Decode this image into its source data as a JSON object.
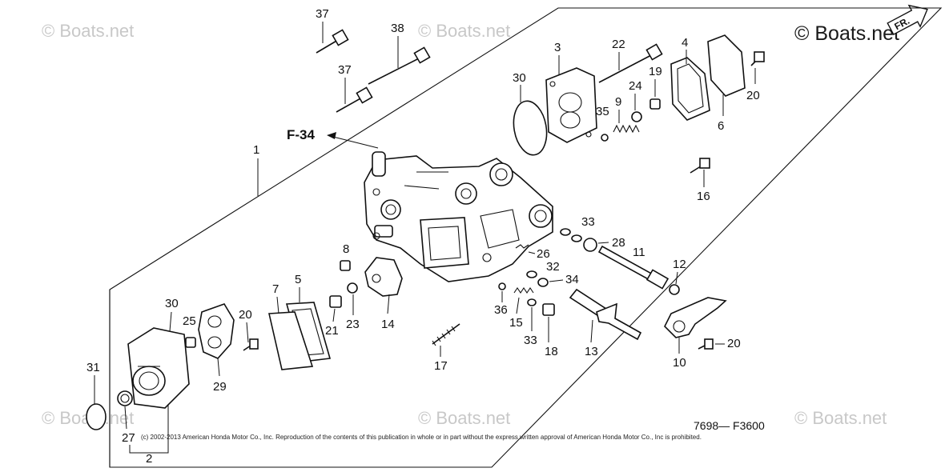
{
  "watermarks": {
    "brand": "© Boats.net",
    "tiles": [
      "© Boats.net",
      "© Boats.net",
      "© Boats.net",
      "© Boats.net",
      "© Boats.net"
    ]
  },
  "fr_label": "FR.",
  "reference": {
    "label": "F-34"
  },
  "callouts": {
    "p1": "1",
    "p2": "2",
    "p3": "3",
    "p4": "4",
    "p5": "5",
    "p6": "6",
    "p7": "7",
    "p8": "8",
    "p9": "9",
    "p10": "10",
    "p11": "11",
    "p12": "12",
    "p13": "13",
    "p14": "14",
    "p15": "15",
    "p16": "16",
    "p17": "17",
    "p18": "18",
    "p19": "19",
    "p20a": "20",
    "p20b": "20",
    "p20c": "20",
    "p21": "21",
    "p22": "22",
    "p23": "23",
    "p24": "24",
    "p25": "25",
    "p26": "26",
    "p27": "27",
    "p28": "28",
    "p29": "29",
    "p30a": "30",
    "p30b": "30",
    "p31": "31",
    "p32": "32",
    "p33a": "33",
    "p33b": "33",
    "p34": "34",
    "p35": "35",
    "p36": "36",
    "p37a": "37",
    "p37b": "37",
    "p38": "38"
  },
  "diagram_code": "7698— F3600",
  "copyright": "(c) 2002-2013 American Honda Motor Co., Inc. Reproduction of the contents of this publication in whole or in part without the express written approval of American Honda Motor Co., Inc is prohibited."
}
